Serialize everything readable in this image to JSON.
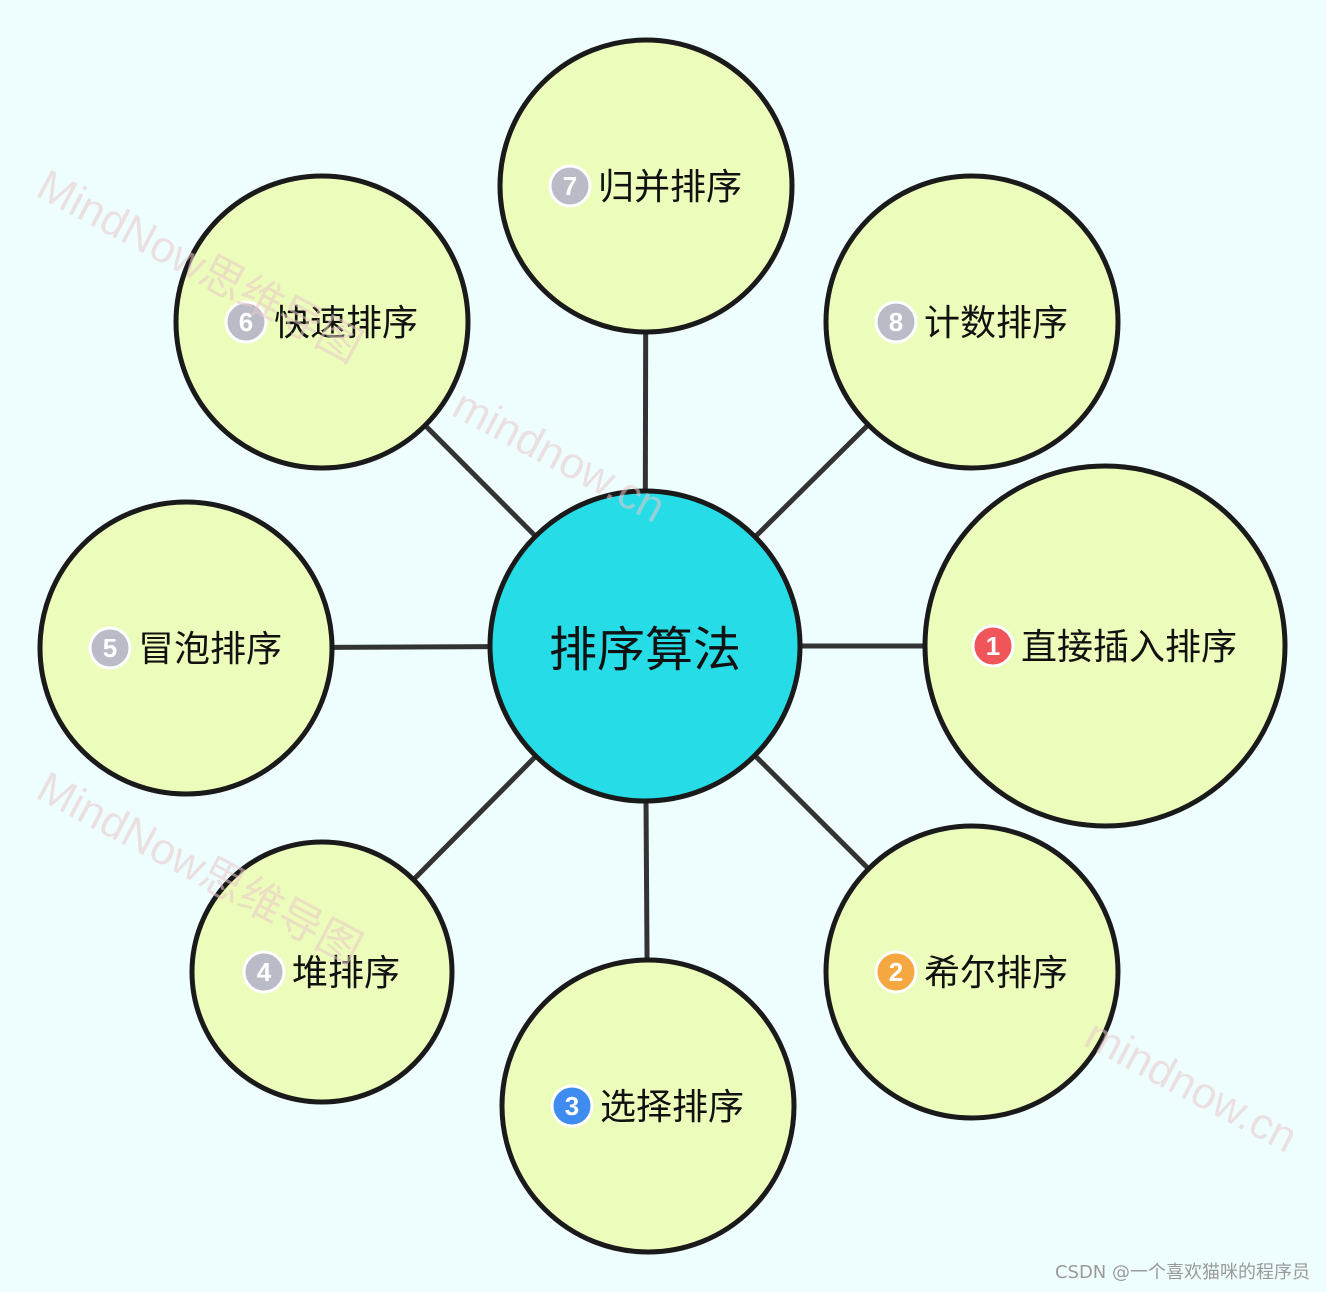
{
  "diagram": {
    "center": {
      "label": "排序算法"
    },
    "nodes": [
      {
        "label": "直接插入排序",
        "number": "1",
        "badge_color": "#f0555a"
      },
      {
        "label": "希尔排序",
        "number": "2",
        "badge_color": "#f5a742"
      },
      {
        "label": "选择排序",
        "number": "3",
        "badge_color": "#3f8cf0"
      },
      {
        "label": "堆排序",
        "number": "4",
        "badge_color": "#b9bcc6"
      },
      {
        "label": "冒泡排序",
        "number": "5",
        "badge_color": "#b9bcc6"
      },
      {
        "label": "快速排序",
        "number": "6",
        "badge_color": "#b9bcc6"
      },
      {
        "label": "归并排序",
        "number": "7",
        "badge_color": "#b9bcc6"
      },
      {
        "label": "计数排序",
        "number": "8",
        "badge_color": "#b9bcc6"
      }
    ],
    "colors": {
      "center_fill": "#26dce6",
      "node_fill": "#ecfcba",
      "outline": "#1a1a1a",
      "connector": "#333333",
      "background": "#eefeff"
    }
  },
  "watermarks": [
    "MindNow思维导图",
    "mindnow.cn"
  ],
  "credit": "CSDN @一个喜欢猫咪的程序员"
}
